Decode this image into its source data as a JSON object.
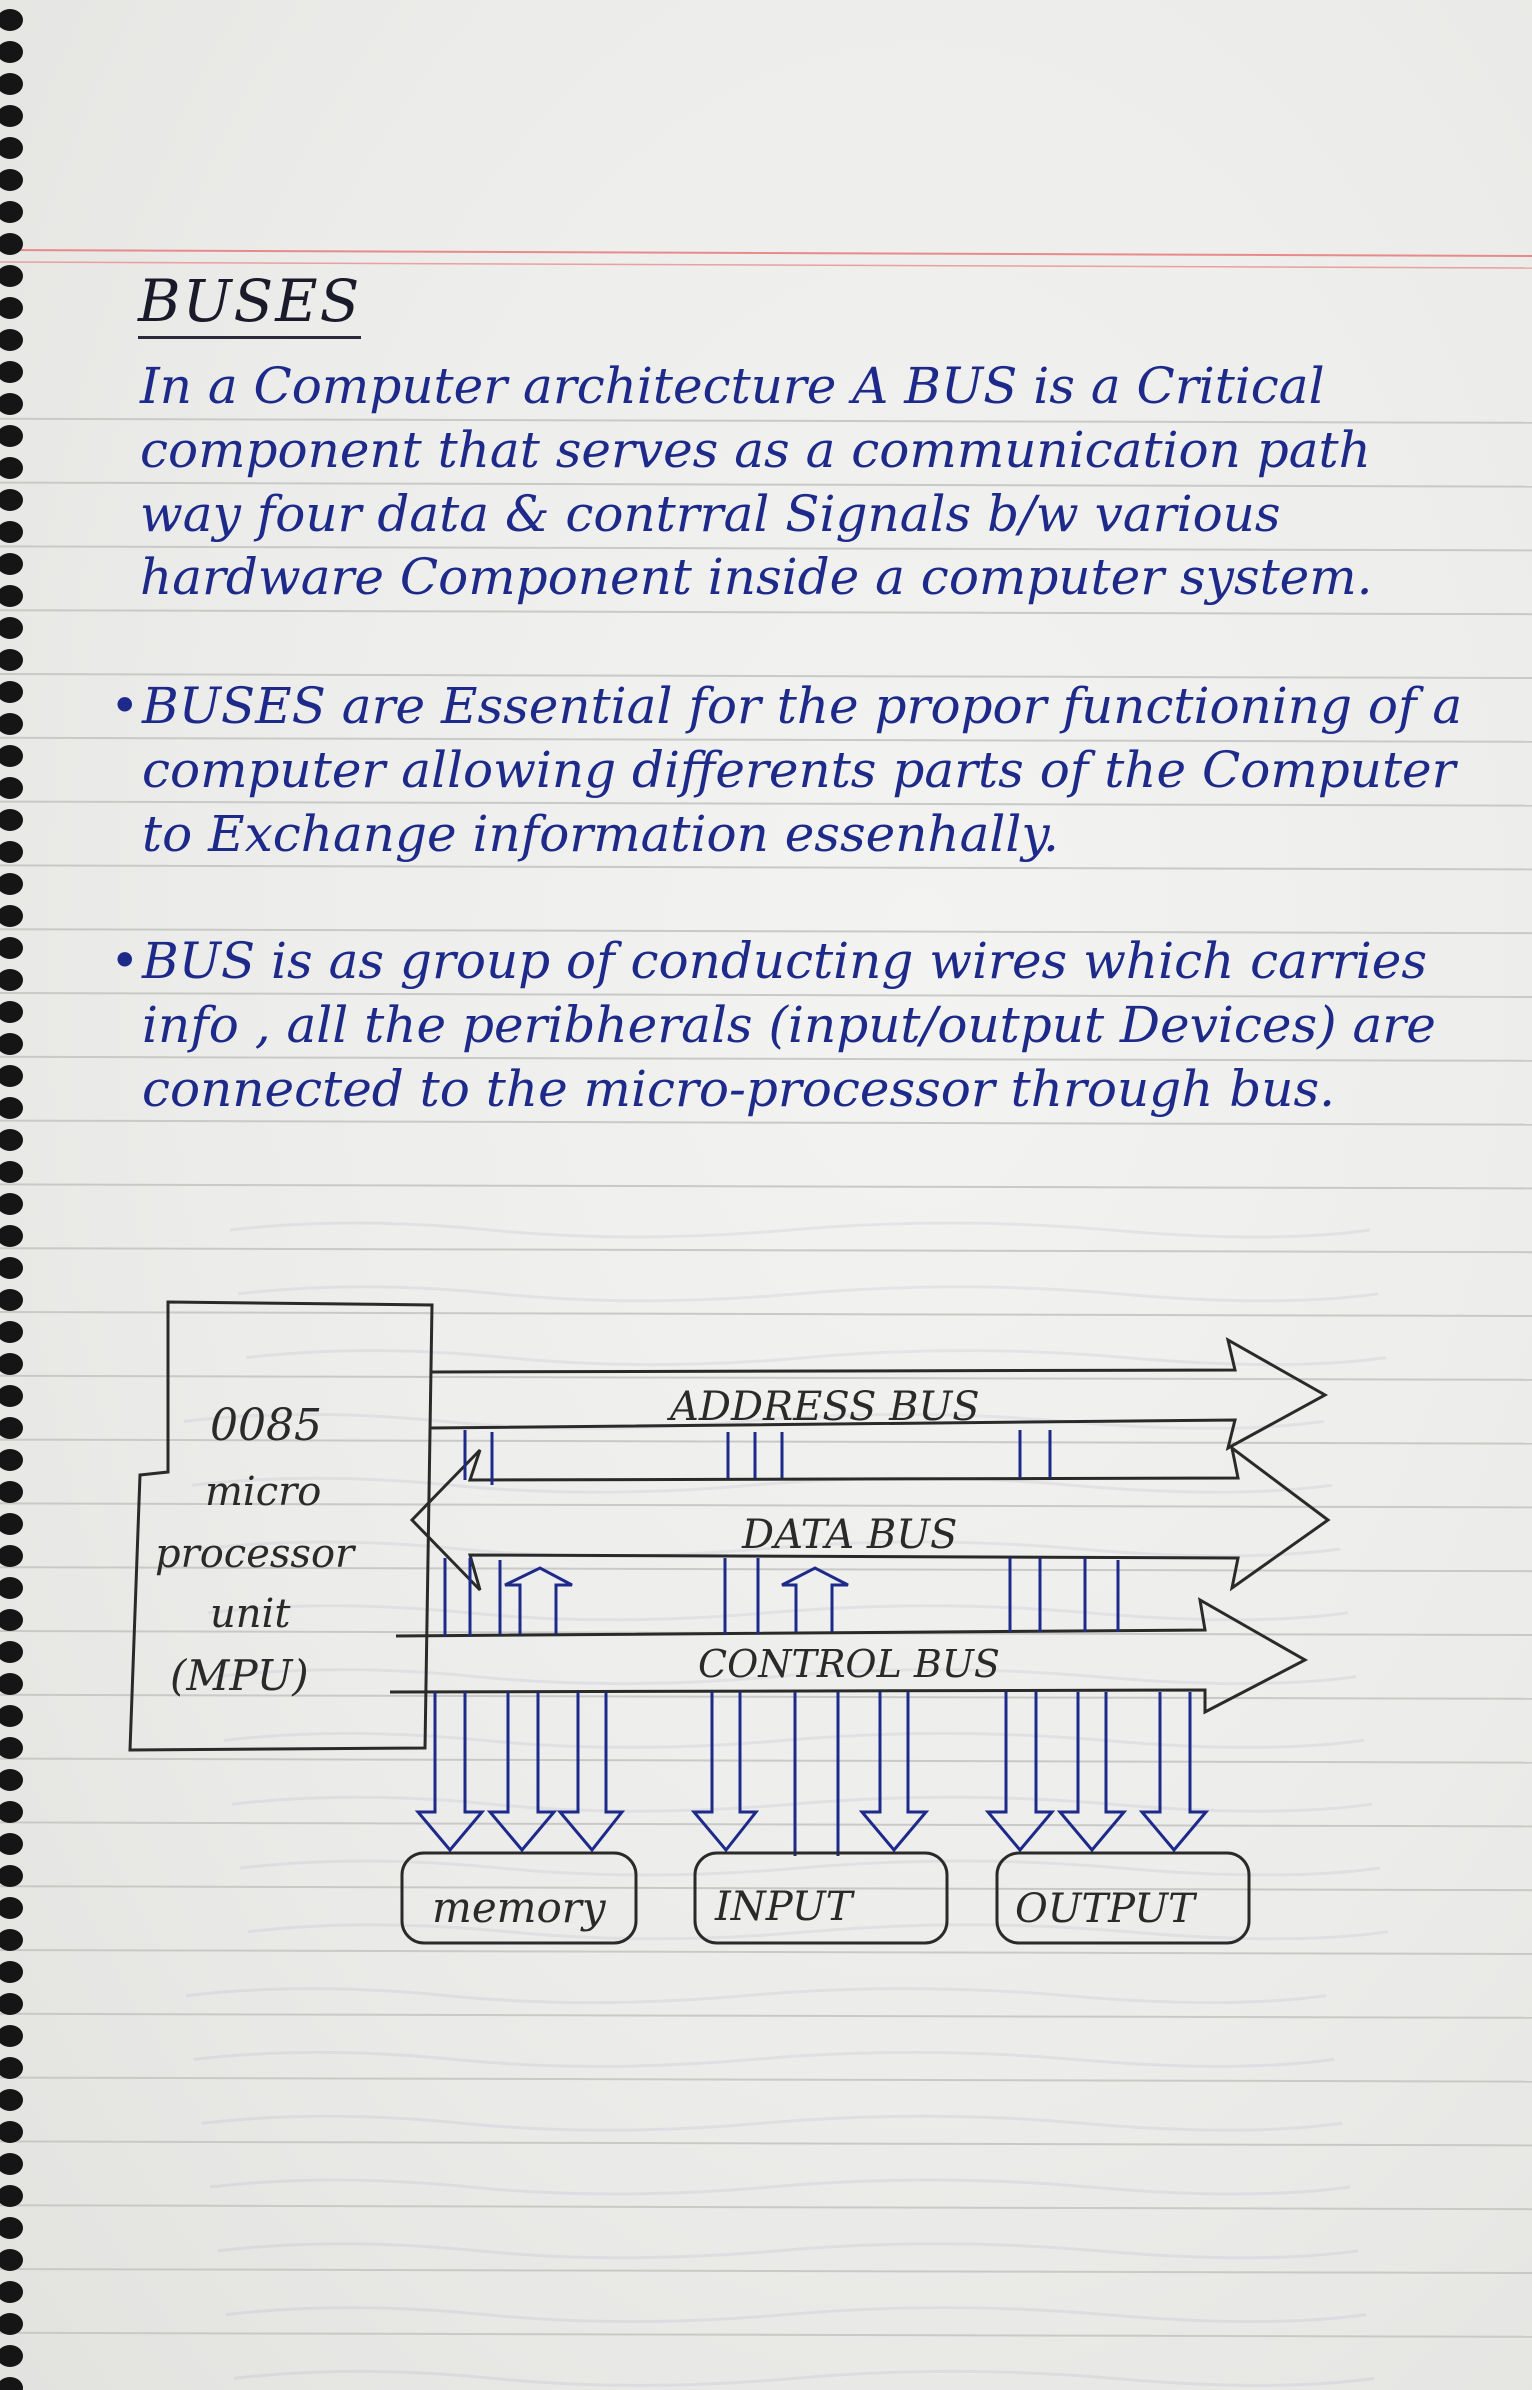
{
  "notes": {
    "title": "BUSES",
    "paragraph": "In a Computer architecture A BUS is a Critical component that serves as a communication path way four data & contrral Signals b/w various hardware Component inside a computer system.",
    "bullets": [
      "BUSES are Essential for the propor functioning of a computer allowing differents parts of the Computer to Exchange information essenhally.",
      "BUS is as group of conducting wires which carries info , all the peribherals (input/output Devices) are connected to the micro-processor through bus."
    ]
  },
  "diagram": {
    "mpu_label": [
      "0085",
      "micro",
      "processor",
      "unit",
      "(MPU)"
    ],
    "buses": [
      {
        "name": "ADDRESS BUS",
        "direction": "right"
      },
      {
        "name": "DATA BUS",
        "direction": "both"
      },
      {
        "name": "CONTROL BUS",
        "direction": "right"
      }
    ],
    "devices": [
      "memory",
      "INPUT",
      "OUTPUT"
    ]
  },
  "colors": {
    "ink": "#1d2a8a",
    "pencil": "#2a2a2a",
    "rule": "#c9c9c6",
    "margin_rule": "#e88a8a",
    "paper": "#ececea"
  }
}
